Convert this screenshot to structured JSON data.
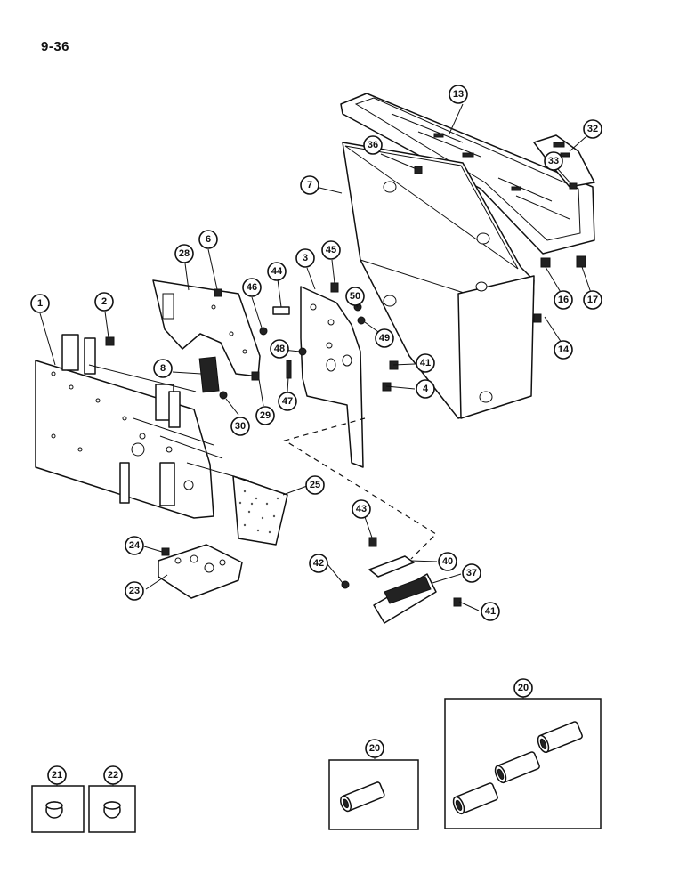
{
  "page_number": "9-36",
  "callouts": {
    "c1": "1",
    "c2": "2",
    "c3": "3",
    "c4": "4",
    "c6": "6",
    "c7": "7",
    "c8": "8",
    "c13": "13",
    "c14": "14",
    "c16": "16",
    "c17": "17",
    "c20a": "20",
    "c20b": "20",
    "c21": "21",
    "c22": "22",
    "c23": "23",
    "c24": "24",
    "c25": "25",
    "c28": "28",
    "c29": "29",
    "c30": "30",
    "c32": "32",
    "c33": "33",
    "c36": "36",
    "c37": "37",
    "c40": "40",
    "c41a": "41",
    "c41b": "41",
    "c42": "42",
    "c43": "43",
    "c44": "44",
    "c45": "45",
    "c46": "46",
    "c47": "47",
    "c48": "48",
    "c49": "49",
    "c50": "50"
  }
}
